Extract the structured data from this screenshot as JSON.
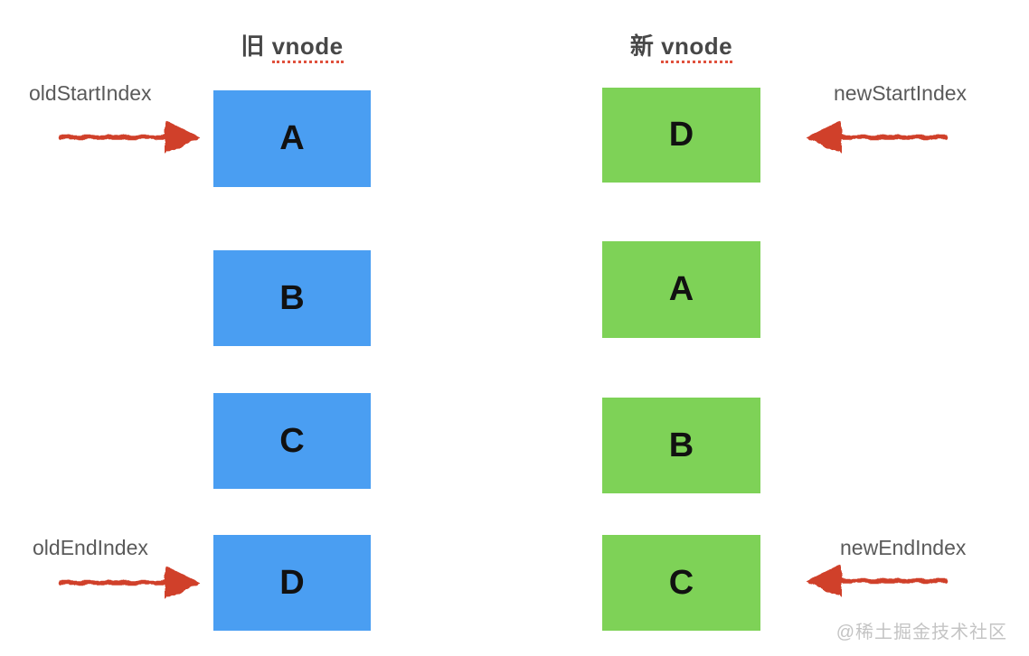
{
  "old_column": {
    "title_prefix": "旧 ",
    "title_word": "vnode",
    "items": [
      "A",
      "B",
      "C",
      "D"
    ]
  },
  "new_column": {
    "title_prefix": "新 ",
    "title_word": "vnode",
    "items": [
      "D",
      "A",
      "B",
      "C"
    ]
  },
  "pointers": {
    "old_start": "oldStartIndex",
    "old_end": "oldEndIndex",
    "new_start": "newStartIndex",
    "new_end": "newEndIndex"
  },
  "watermark": "@稀土掘金技术社区",
  "colors": {
    "old-box": "#4a9ef2",
    "new-box": "#7ed257",
    "arrow": "#d0412c",
    "label": "#5a5a5a",
    "title": "#474747",
    "letter": "#111111",
    "watermark": "#c4c4c4",
    "underline": "#e0503c"
  }
}
